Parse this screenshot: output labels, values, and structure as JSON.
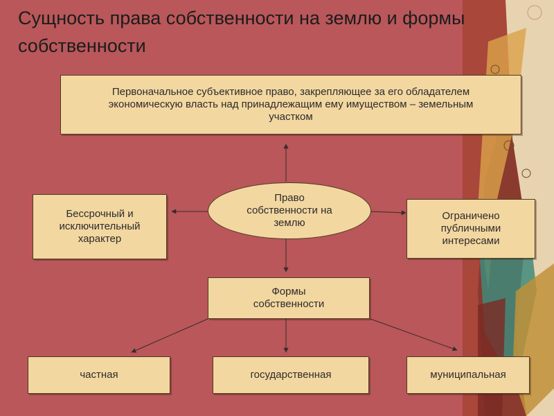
{
  "title": "Сущность права собственности на землю и формы собственности",
  "definition_box": "Первоначальное субъективное право, закрепляющее за его обладателем экономическую власть над принадлежащим ему имуществом – земельным участком",
  "center_node": "Право собственности на землю",
  "left_node": "Бессрочный и исключительный характер",
  "right_node": "Ограничено публичными интересами",
  "forms_node": "Формы собственности",
  "forms": {
    "private": "частная",
    "state": "государственная",
    "municipal": "муниципальная"
  },
  "colors": {
    "background": "#b9575a",
    "box_fill": "#f3d7a0",
    "box_border": "#4b3a22",
    "connector": "#3a2a2a"
  }
}
